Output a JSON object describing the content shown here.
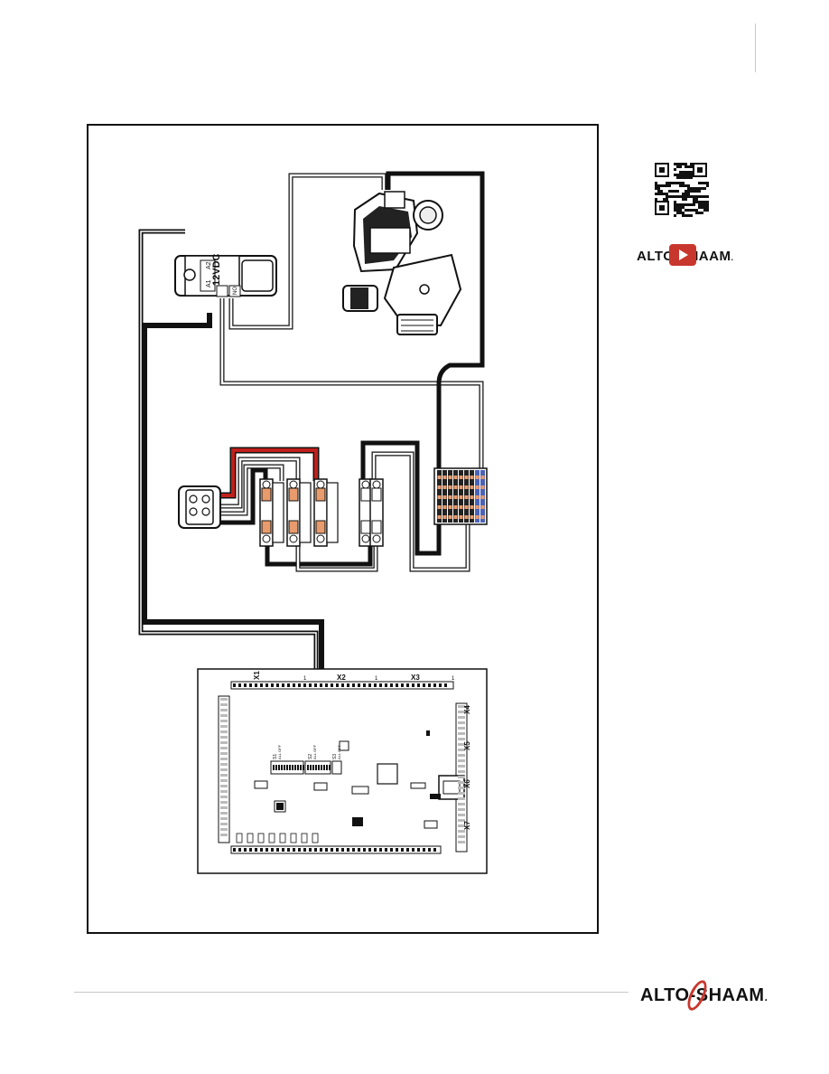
{
  "page": {
    "brand": {
      "logo_text": "ALTO-SHAAM",
      "trademark": "."
    },
    "side_panel": {
      "qr_code": "qr-code",
      "video_icon": "play-icon",
      "logo_text": "ALTO-SHAAM"
    },
    "footer": {
      "logo_text": "ALTO-SHAAM"
    }
  },
  "diagram": {
    "relay": {
      "voltage_label": "12VDC",
      "coil_a1": "A1",
      "coil_a2": "A2",
      "contact_label": "NO"
    },
    "board": {
      "connectors": [
        "X1",
        "X2",
        "X3",
        "X4",
        "X5",
        "X6",
        "X7"
      ],
      "pin_one": "1",
      "switches": [
        "S1",
        "S2",
        "S3"
      ],
      "switch_caption": "ALL OFF"
    },
    "wire_colors": {
      "black": "#111111",
      "red": "#c0201b",
      "white": "#ffffff",
      "copper": "#e89b6c",
      "blue": "#4a63b8"
    }
  }
}
